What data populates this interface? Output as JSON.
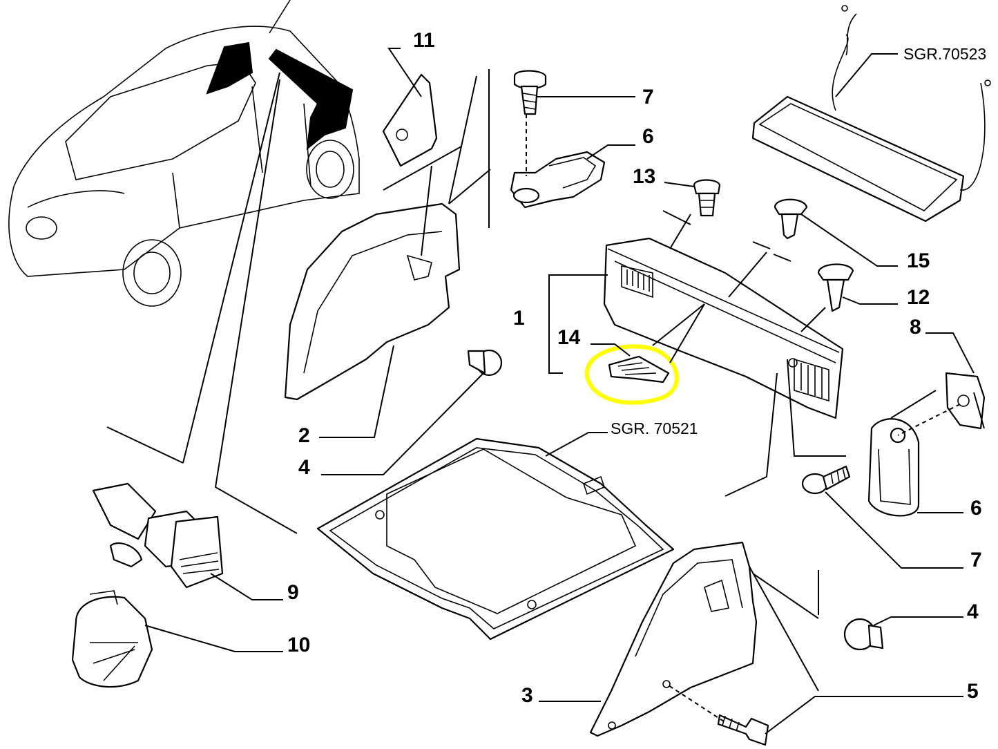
{
  "callouts": {
    "c1": "1",
    "c2": "2",
    "c3": "3",
    "c4a": "4",
    "c4b": "4",
    "c5": "5",
    "c6a": "6",
    "c6b": "6",
    "c7a": "7",
    "c7b": "7",
    "c8": "8",
    "c9": "9",
    "c10": "10",
    "c11": "11",
    "c12": "12",
    "c13": "13",
    "c14": "14",
    "c15": "15"
  },
  "references": {
    "parcel_shelf": "SGR.70523",
    "floor_mat": "SGR. 70521"
  },
  "colors": {
    "highlight": "#ffff00",
    "line": "#000000"
  }
}
